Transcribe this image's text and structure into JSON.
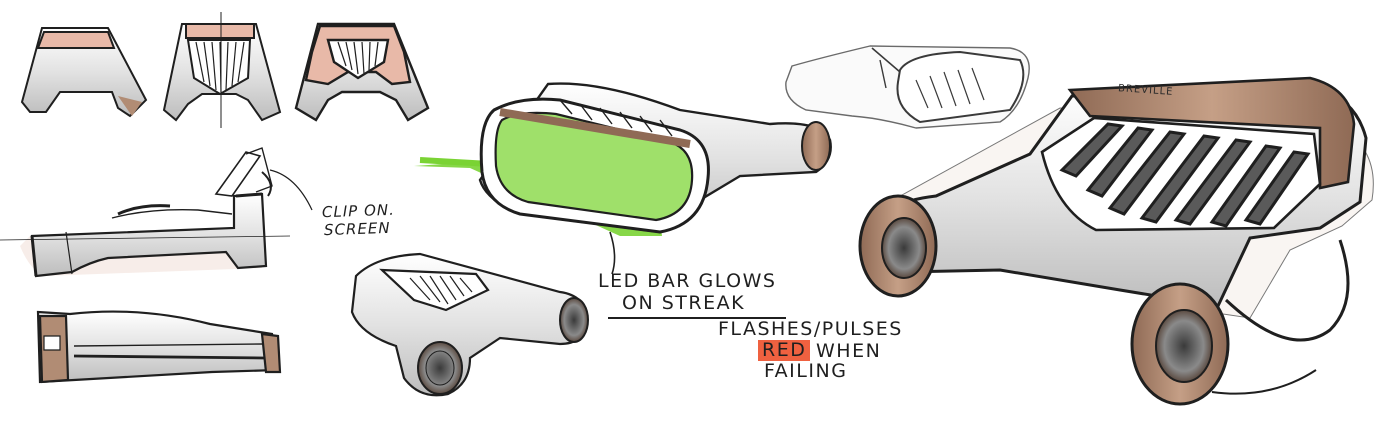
{
  "annotations": {
    "clip_on_line1": "CLIP ON.",
    "clip_on_line2": "SCREEN",
    "led_line1": "LED BAR GLOWS",
    "led_line2": "ON STREAK",
    "flash_line1": "FLASHES/PULSES",
    "flash_red": "RED",
    "flash_when": "WHEN",
    "flash_line3": "FAILING"
  },
  "brand_mark": "BREVILLE",
  "colors": {
    "ink": "#1f1f1f",
    "copper": "#b18c74",
    "copper_dark": "#8f6a55",
    "blush": "#e8b9a8",
    "led_green": "#7ad334",
    "red_tag": "#ef6140",
    "grey_tone": "#d7d7d7"
  }
}
